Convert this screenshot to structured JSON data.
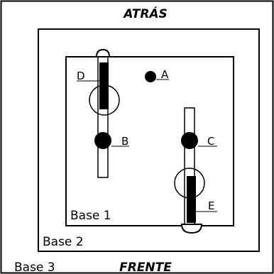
{
  "headings": {
    "top": "ATRÁS",
    "bottom": "FRENTE"
  },
  "bases": {
    "base1": "Base 1",
    "base2": "Base 2",
    "base3": "Base 3"
  },
  "points": {
    "a": "A",
    "b": "B",
    "c": "C",
    "d": "D",
    "e": "E"
  },
  "colors": {
    "ink": "#000000",
    "background": "#ffffff"
  }
}
